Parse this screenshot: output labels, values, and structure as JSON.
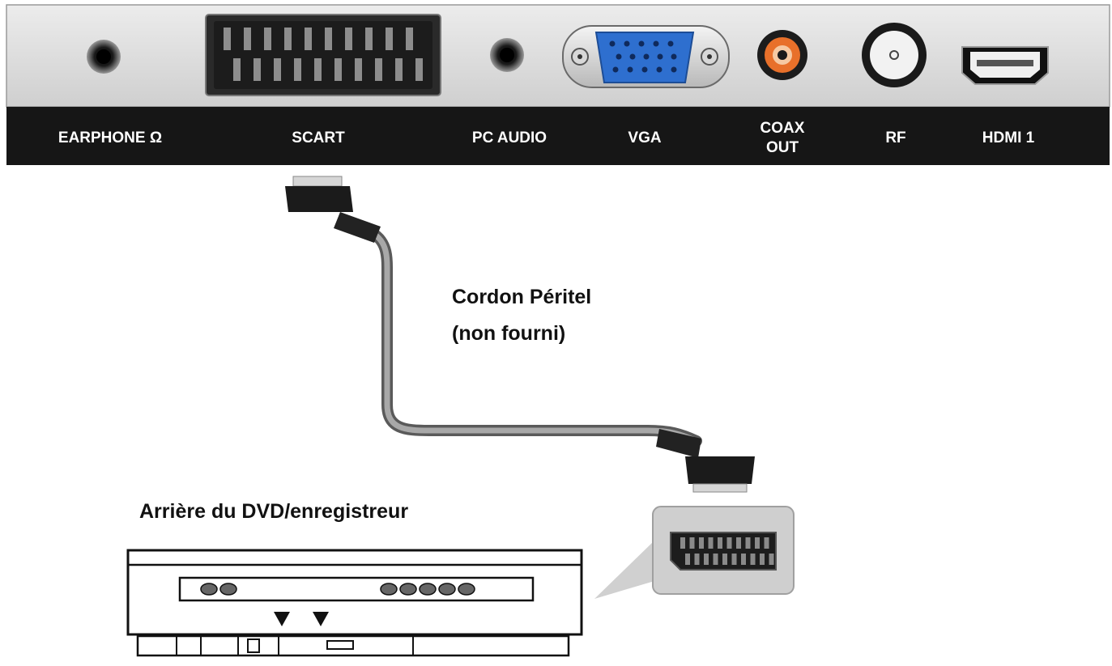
{
  "panel": {
    "ports": [
      {
        "id": "earphone",
        "label": "EARPHONE Ω",
        "icon": "headphone-jack-icon"
      },
      {
        "id": "scart",
        "label": "SCART",
        "icon": "scart-port-icon"
      },
      {
        "id": "pc-audio",
        "label": "PC AUDIO",
        "icon": "audio-jack-icon"
      },
      {
        "id": "vga",
        "label": "VGA",
        "icon": "vga-port-icon"
      },
      {
        "id": "coax",
        "label_line1": "COAX",
        "label_line2": "OUT",
        "icon": "coax-port-icon"
      },
      {
        "id": "rf",
        "label": "RF",
        "icon": "rf-port-icon"
      },
      {
        "id": "hdmi",
        "label": "HDMI 1",
        "icon": "hdmi-port-icon"
      }
    ]
  },
  "cable": {
    "caption_line1": "Cordon Péritel",
    "caption_line2": "(non fourni)"
  },
  "device": {
    "caption": "Arrière du DVD/enregistreur"
  },
  "colors": {
    "panel_bg": "#dcdcdc",
    "label_bar": "#161616",
    "vga_blue": "#2e6fcf",
    "coax_orange": "#e8702a",
    "cable_gray": "#8a8a8a"
  }
}
